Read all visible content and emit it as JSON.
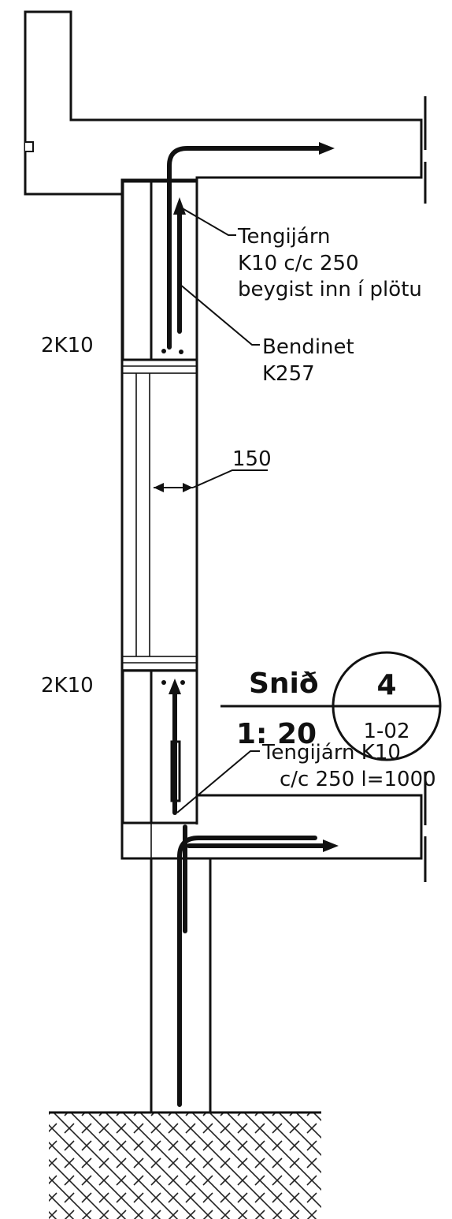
{
  "labels": {
    "tengijarn_top": [
      "Tengijárn",
      "K10 c/c 250",
      "beygist inn í plötu"
    ],
    "bendinet": [
      "Bendinet",
      "K257"
    ],
    "rebar_top": "2K10",
    "rebar_bottom": "2K10",
    "dimension": "150",
    "tengijarn_bottom": [
      "Tengijárn K10",
      "c/c 250 l=1000"
    ]
  },
  "section_marker": {
    "title": "Snið",
    "scale": "1: 20",
    "number": "4",
    "sheet": "1-02"
  }
}
